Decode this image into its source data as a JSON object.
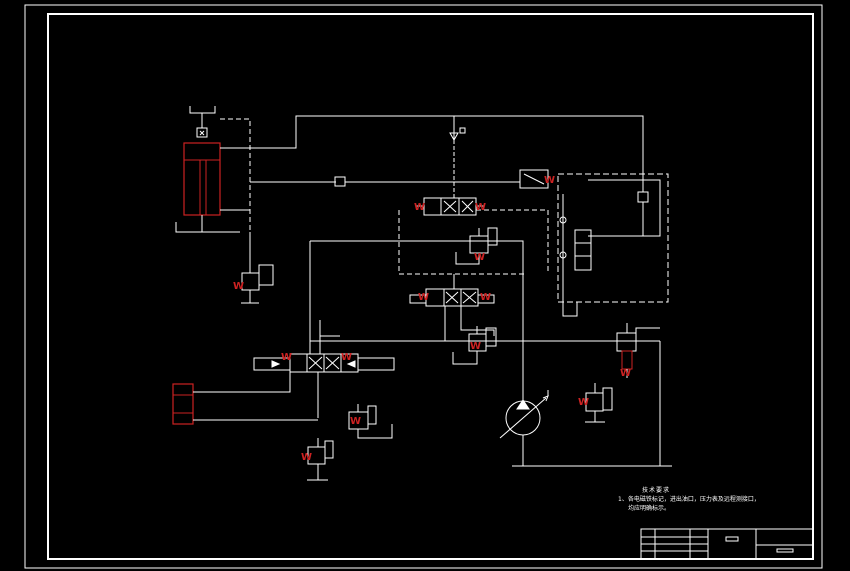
{
  "drawing": {
    "background": "#000000",
    "line_color": "#ffffff",
    "actuator_color": "#cc2222"
  },
  "notes": {
    "title": "技术要求",
    "line1": "1、各电磁铁标记，进出油口，压力表及远程测接口，",
    "line2": "均应明确标示。"
  },
  "symbols": {
    "solenoid_mark": "W"
  }
}
